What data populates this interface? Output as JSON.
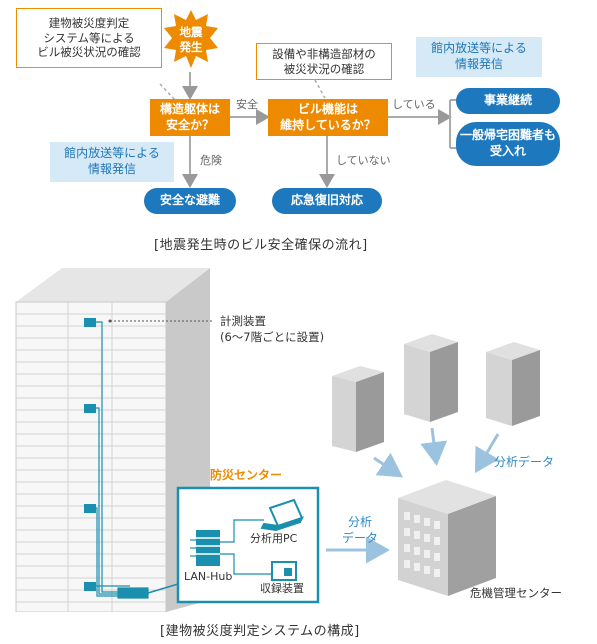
{
  "flow": {
    "quake": "地震\n発生",
    "damage_system": "建物被災度判定\nシステム等による\nビル被災状況の確認",
    "structure_q": "構造躯体は\n安全か？",
    "equip_check": "設備や非構造部材の\n被災状況の確認",
    "function_q": "ビル機能は\n維持しているか？",
    "broadcast_top": "館内放送等による\n情報発信",
    "broadcast_left": "館内放送等による\n情報発信",
    "safe_label": "安全",
    "danger_label": "危険",
    "maintained_label": "している",
    "not_maintained_label": "していない",
    "safe_evac": "安全な避難",
    "emergency": "応急復旧対応",
    "continuity": "事業継続",
    "stranded": "一般帰宅困難者も\n受入れ",
    "caption": "[地震発生時のビル安全確保の流れ]"
  },
  "system": {
    "sensor_label": "計測装置\n(6〜7階ごとに設置)",
    "center_title": "防災センター",
    "pc_label": "分析用PC",
    "hub_label": "LAN-Hub",
    "recorder_label": "収録装置",
    "analysis_data_right": "分析データ",
    "analysis_data_left": "分析\nデータ",
    "crisis_center": "危機管理センター",
    "caption": "[建物被災度判定システムの構成]"
  },
  "colors": {
    "orange": "#ee8a00",
    "blue": "#1d78bd",
    "light_blue": "#d5e9f7",
    "teal": "#1a8fae"
  }
}
